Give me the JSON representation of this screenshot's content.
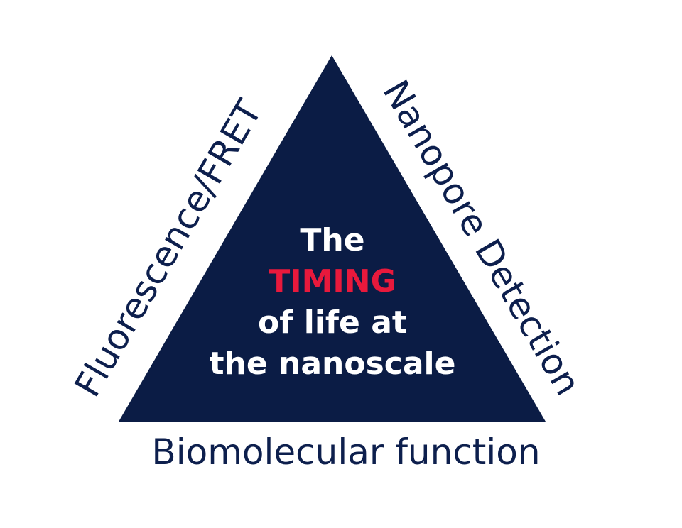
{
  "colors": {
    "triangle_fill": "#0b1c45",
    "center_text": "#ffffff",
    "highlight": "#e8193c",
    "edge_text": "#0d1f4d",
    "background": "#ffffff"
  },
  "center": {
    "line1": "The",
    "line2": "TIMING",
    "line3": "of life at",
    "line4": "the nanoscale"
  },
  "edges": {
    "left": "Fluorescence/FRET",
    "right": "Nanopore Detection",
    "bottom": "Biomolecular function"
  }
}
